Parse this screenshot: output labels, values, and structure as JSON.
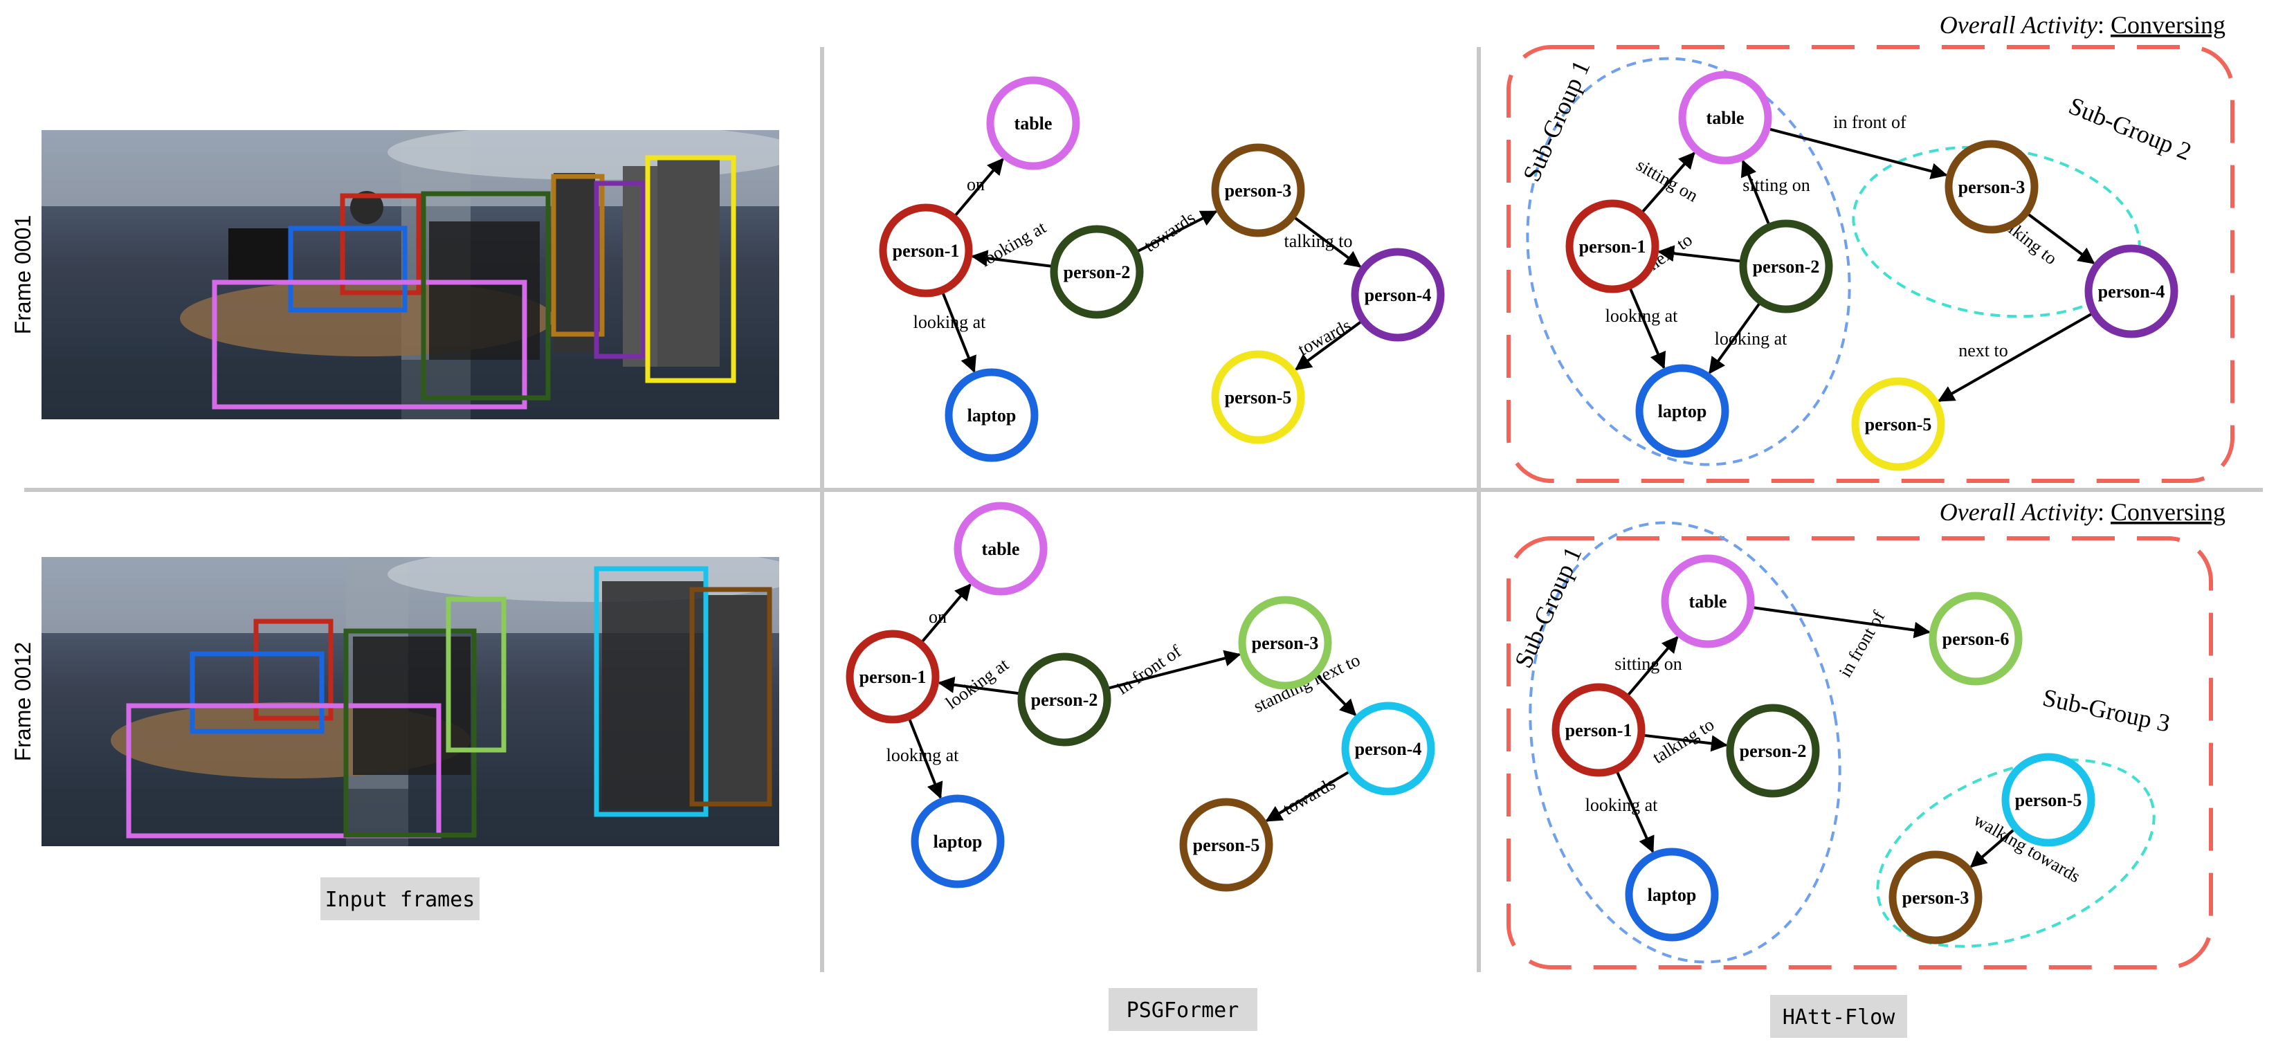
{
  "rows": [
    {
      "frame_label": "Frame 0001",
      "psg": {
        "nodes": [
          {
            "id": "table",
            "label": "table",
            "color": "#D66BEA"
          },
          {
            "id": "p1",
            "label": "person-1",
            "color": "#B8241A"
          },
          {
            "id": "p2",
            "label": "person-2",
            "color": "#2E4A1A"
          },
          {
            "id": "p3",
            "label": "person-3",
            "color": "#7A4A12"
          },
          {
            "id": "p4",
            "label": "person-4",
            "color": "#7A2EA5"
          },
          {
            "id": "p5",
            "label": "person-5",
            "color": "#F2E61A"
          },
          {
            "id": "laptop",
            "label": "laptop",
            "color": "#1A66E0"
          }
        ],
        "edges": [
          {
            "from": "p1",
            "to": "table",
            "label": "on"
          },
          {
            "from": "p2",
            "to": "p1",
            "label": "looking at"
          },
          {
            "from": "p1",
            "to": "laptop",
            "label": "looking at"
          },
          {
            "from": "p2",
            "to": "p3",
            "label": "towards"
          },
          {
            "from": "p3",
            "to": "p4",
            "label": "talking to"
          },
          {
            "from": "p4",
            "to": "p5",
            "label": "towards"
          }
        ]
      },
      "hatt": {
        "overall_prefix": "Overall Activity",
        "overall_value": "Conversing",
        "groups": [
          "Sub-Group 1",
          "Sub-Group 2"
        ],
        "nodes": [
          {
            "id": "table",
            "label": "table",
            "color": "#D66BEA"
          },
          {
            "id": "p1",
            "label": "person-1",
            "color": "#B8241A"
          },
          {
            "id": "p2",
            "label": "person-2",
            "color": "#2E4A1A"
          },
          {
            "id": "laptop",
            "label": "laptop",
            "color": "#1A66E0"
          },
          {
            "id": "p3",
            "label": "person-3",
            "color": "#7A4A12"
          },
          {
            "id": "p4",
            "label": "person-4",
            "color": "#7A2EA5"
          },
          {
            "id": "p5",
            "label": "person-5",
            "color": "#F2E61A"
          }
        ],
        "edges": [
          {
            "from": "p1",
            "to": "table",
            "label": "sitting on"
          },
          {
            "from": "p2",
            "to": "table",
            "label": "sitting on"
          },
          {
            "from": "p2",
            "to": "p1",
            "label": "next to"
          },
          {
            "from": "p1",
            "to": "laptop",
            "label": "looking at"
          },
          {
            "from": "p2",
            "to": "laptop",
            "label": "looking at"
          },
          {
            "from": "table",
            "to": "p3",
            "label": "in front of"
          },
          {
            "from": "p3",
            "to": "p4",
            "label": "talking to"
          },
          {
            "from": "p4",
            "to": "p5",
            "label": "next to"
          }
        ]
      }
    },
    {
      "frame_label": "Frame 0012",
      "psg": {
        "nodes": [
          {
            "id": "table",
            "label": "table",
            "color": "#D66BEA"
          },
          {
            "id": "p1",
            "label": "person-1",
            "color": "#B8241A"
          },
          {
            "id": "p2",
            "label": "person-2",
            "color": "#2E4A1A"
          },
          {
            "id": "p3",
            "label": "person-3",
            "color": "#8CCB5A"
          },
          {
            "id": "p4",
            "label": "person-4",
            "color": "#1AC3EC"
          },
          {
            "id": "p5",
            "label": "person-5",
            "color": "#7A4A12"
          },
          {
            "id": "laptop",
            "label": "laptop",
            "color": "#1A66E0"
          }
        ],
        "edges": [
          {
            "from": "p1",
            "to": "table",
            "label": "on"
          },
          {
            "from": "p2",
            "to": "p1",
            "label": "looking at"
          },
          {
            "from": "p1",
            "to": "laptop",
            "label": "looking at"
          },
          {
            "from": "p2",
            "to": "p3",
            "label": "in front of"
          },
          {
            "from": "p3",
            "to": "p4",
            "label": "standing next to"
          },
          {
            "from": "p4",
            "to": "p5",
            "label": "towards"
          }
        ]
      },
      "hatt": {
        "overall_prefix": "Overall Activity",
        "overall_value": "Conversing",
        "groups": [
          "Sub-Group 1",
          "Sub-Group 3"
        ],
        "nodes": [
          {
            "id": "table",
            "label": "table",
            "color": "#D66BEA"
          },
          {
            "id": "p1",
            "label": "person-1",
            "color": "#B8241A"
          },
          {
            "id": "p2",
            "label": "person-2",
            "color": "#2E4A1A"
          },
          {
            "id": "laptop",
            "label": "laptop",
            "color": "#1A66E0"
          },
          {
            "id": "p6",
            "label": "person-6",
            "color": "#8CCB5A"
          },
          {
            "id": "p5",
            "label": "person-5",
            "color": "#1AC3EC"
          },
          {
            "id": "p3",
            "label": "person-3",
            "color": "#7A4A12"
          }
        ],
        "edges": [
          {
            "from": "p1",
            "to": "table",
            "label": "sitting on"
          },
          {
            "from": "p1",
            "to": "p2",
            "label": "talking to"
          },
          {
            "from": "p1",
            "to": "laptop",
            "label": "looking at"
          },
          {
            "from": "table",
            "to": "p6",
            "label": "in front of"
          },
          {
            "from": "p5",
            "to": "p3",
            "label": "walking towards"
          }
        ]
      }
    }
  ],
  "captions": {
    "input": "Input frames",
    "psg": "PSGFormer",
    "hatt": "HAtt-Flow"
  },
  "colors": {
    "divider": "#C8C8C8",
    "overall_box": "#F0645A",
    "group_blue": "#6FA0EE",
    "group_cyan": "#3FE0D0",
    "caption_bg": "#D9D9D9"
  }
}
